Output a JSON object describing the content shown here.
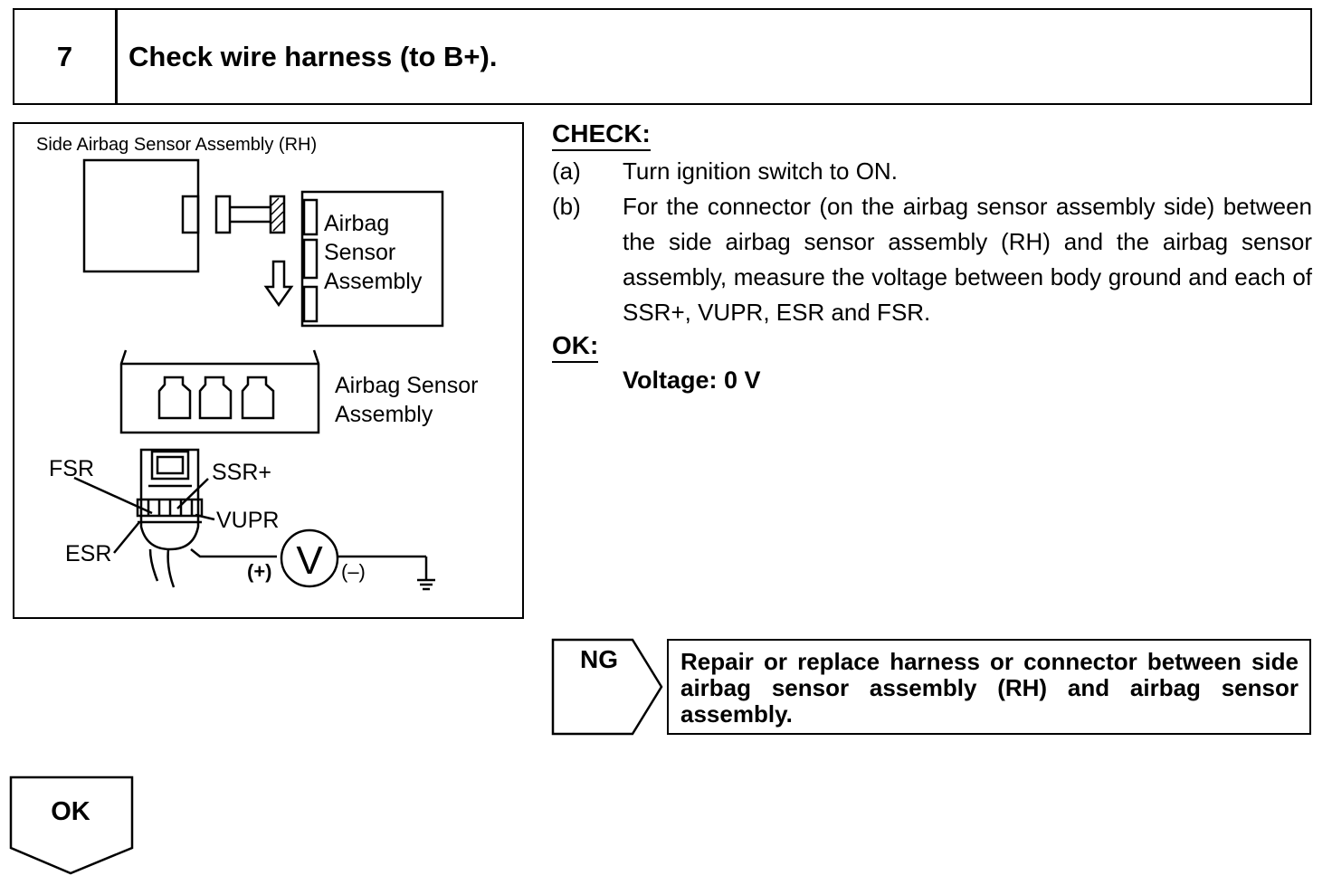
{
  "step": {
    "number": "7",
    "title": "Check wire harness (to B+)."
  },
  "figure": {
    "title": "Side Airbag Sensor Assembly (RH)",
    "unit_label_line1": "Airbag",
    "unit_label_line2": "Sensor",
    "unit_label_line3": "Assembly",
    "connector_label_line1": "Airbag Sensor",
    "connector_label_line2": "Assembly",
    "terminals": {
      "fsr": "FSR",
      "ssr_plus": "SSR+",
      "vupr": "VUPR",
      "esr": "ESR"
    },
    "meter": {
      "symbol": "V",
      "plus": "(+)",
      "minus": "(–)"
    }
  },
  "check": {
    "heading": "CHECK:",
    "steps": [
      {
        "marker": "(a)",
        "text": "Turn ignition switch to ON."
      },
      {
        "marker": "(b)",
        "text": "For the connector (on the airbag sensor assembly side) between the side airbag sensor assembly (RH) and the airbag sensor assembly, measure the voltage between body ground and each of SSR+, VUPR, ESR and FSR."
      }
    ]
  },
  "ok_spec": {
    "heading": "OK:",
    "value": "Voltage: 0 V"
  },
  "ng_branch": {
    "label": "NG",
    "action": "Repair or replace harness or connector between side airbag sensor assembly (RH) and airbag sensor assembly."
  },
  "ok_branch": {
    "label": "OK"
  }
}
